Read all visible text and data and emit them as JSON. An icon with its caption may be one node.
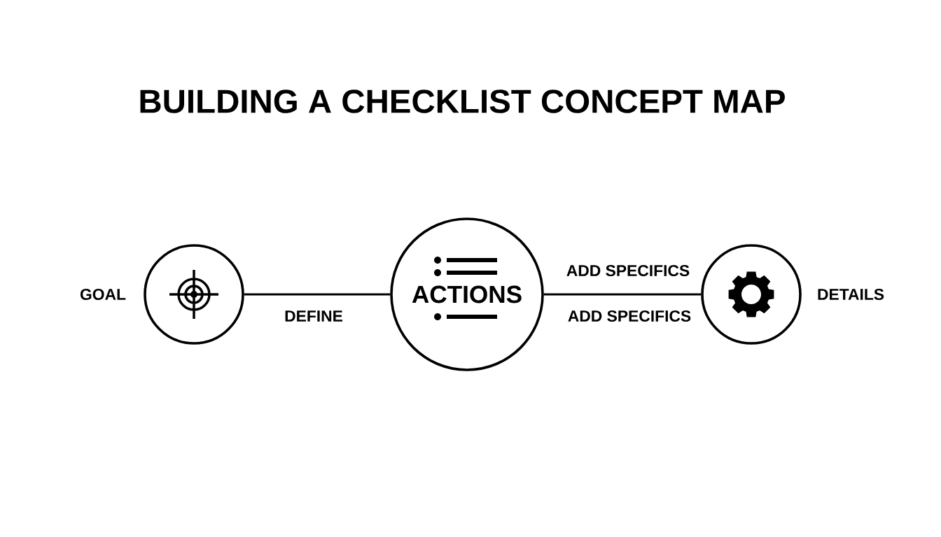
{
  "diagram": {
    "title": "BUILDING A CHECKLIST CONCEPT MAP",
    "nodes": [
      {
        "text": [],
        "shape": "circle",
        "beside": [
          "GOAL"
        ]
      },
      {
        "text": [
          "ACTIONS"
        ]
      },
      {
        "text": [],
        "shape": "circle",
        "beside": [
          "DETAILS"
        ]
      }
    ],
    "edges": [
      {
        "from": 0,
        "to": 1,
        "arrow": "none",
        "label": "DEFINE"
      },
      {
        "from": 1,
        "to": 2,
        "arrow": "none",
        "label": "ADD SPECIFICS"
      }
    ],
    "labels": [
      "ADD SPECIFICS"
    ]
  }
}
